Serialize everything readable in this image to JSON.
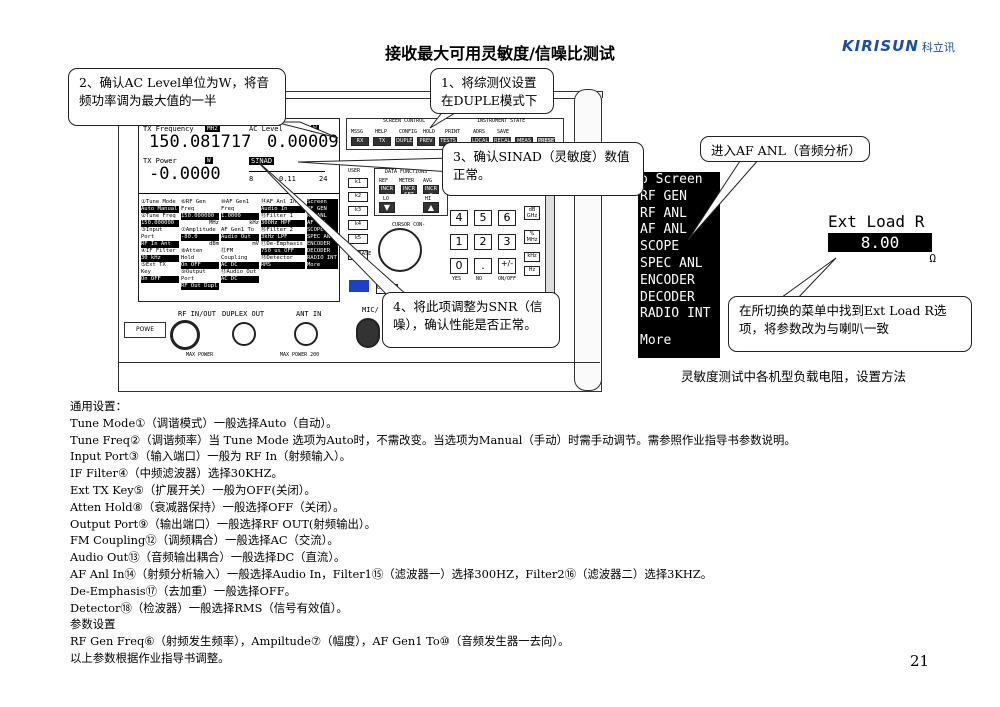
{
  "title": "接收最大可用灵敏度/信噪比测试",
  "logo": {
    "brand": "KIRISUN",
    "cn": "科立讯"
  },
  "callouts": {
    "c1": "2、确认AC Level单位为W，将音频功率调为最大值的一半",
    "c2": "1、将综测仪设置在DUPLE模式下",
    "c3": "3、确认SINAD（灵敏度）数值正常。",
    "c4": "4、将此项调整为SNR（信噪），确认性能是否正常。",
    "c5": "进入AF ANL（音频分析）",
    "c6": "在所切换的菜单中找到Ext Load R选项，将参数改为与喇叭一致"
  },
  "instrument": {
    "tx_freq_label": "TX Frequency",
    "tx_freq_unit": "MHz",
    "tx_freq_value": "150.081717",
    "ac_level_label": "AC Level",
    "ac_level_unit": "W",
    "ac_level_value": "0.00009",
    "tx_power_label": "TX Power",
    "tx_power_unit": "W",
    "tx_power_value": "-0.0000",
    "sinad_label": "SINAD",
    "scale": [
      "8",
      "0.11",
      "24"
    ],
    "col1": [
      "①Tune Mode",
      "Auto Manual",
      "②Tune Freq",
      "150.000000",
      "③Input Port",
      "RF In Ant",
      "④IF Filter",
      "30 kHz",
      "⑤Ext TX Key",
      "On OFF"
    ],
    "col2": [
      "⑥RF Gen Freq",
      "150.000000",
      "MHz",
      "⑦Amplitude",
      "-80.0",
      "dBm",
      "⑧Atten Hold",
      "On OFF",
      "⑨Output Port",
      "RF Out Dupl"
    ],
    "col3": [
      "⑩AF Gen1 Freq",
      "1.0000",
      "kHz",
      "AF Gen1 To",
      "Audio Out",
      "mV",
      "⑫FM Coupling",
      "AC DC",
      "⑬Audio Out",
      "AC DC"
    ],
    "col4": [
      "⑭AF Anl In",
      "Audio In",
      "⑮Filter 1",
      "300Hz HPF",
      "⑯Filter 2",
      "3kHz LPF",
      "⑰De-Emphasis",
      "750 us OFF",
      "⑱Detector",
      "RMS"
    ],
    "col5": [
      "Screen",
      "RF GEN",
      "RF ANL",
      "AF ANL",
      "SCOPE",
      "SPEC ANL",
      "ENCODER",
      "DECODER",
      "RADIO INT",
      "More"
    ],
    "section_labels": {
      "screen_control": "SCREEN CONTROL",
      "instrument_state": "INSTRUMENT STATE",
      "data_functions": "DATA FUNCTIONS",
      "user": "USER",
      "cursor": "CURSOR CON-"
    },
    "screen_keys": [
      "MSSG",
      "HELP",
      "CONFIG",
      "HOLD",
      "PRINT",
      "ADRS",
      "SAVE",
      "RX",
      "TX",
      "DUPLEX",
      "PREV",
      "TESTS",
      "LOCAL",
      "RECALL",
      "MEAS RESET",
      "PRESET"
    ],
    "data_keys": [
      "REF",
      "METER",
      "AVG",
      "INCR ÷",
      "INCR SET",
      "INCR ×",
      "LO",
      "HI"
    ],
    "user_keys": [
      "k1",
      "k2",
      "k3",
      "k4",
      "k5",
      "RELEASE"
    ],
    "keypad": [
      "4",
      "5",
      "6",
      "1",
      "2",
      "3",
      "0",
      ".",
      "+/-"
    ],
    "unit_keys": [
      "dB GHz",
      "% MHz",
      "kHz",
      "Hz"
    ],
    "bottom": {
      "rf_in_out": "RF IN/OUT",
      "duplex_out": "DUPLEX OUT",
      "ant_in": "ANT IN",
      "power": "POWE",
      "mic": "MIC/",
      "cancel": "CANCEL",
      "max_power": "MAX POWER",
      "max_power_2": "MAX POWER 200",
      "yes_no": [
        "YES",
        "NO",
        "ON/OFF"
      ]
    }
  },
  "right_menu": [
    "o Screen",
    "RF GEN",
    "RF ANL",
    "AF ANL",
    "SCOPE",
    "SPEC ANL",
    "ENCODER",
    "DECODER",
    "RADIO INT",
    "More"
  ],
  "ext_load": {
    "label": "Ext Load R",
    "value": "8.00",
    "unit": "Ω"
  },
  "caption": "灵敏度测试中各机型负载电阻，设置方法",
  "body": [
    "通用设置：",
    "Tune Mode①（调谐模式）一般选择Auto（自动）。",
    "Tune Freq②（调谐频率）当 Tune Mode 选项为Auto时，不需改变。当选项为Manual（手动）时需手动调节。需参照作业指导书参数说明。",
    "Input Port③（输入端口）一般为 RF In（射频输入）。",
    "IF Filter④（中频滤波器）选择30KHZ。",
    "Ext TX Key⑤（扩展开关）一般为OFF(关闭）。",
    "Atten Hold⑧（衰减器保持）一般选择OFF（关闭）。",
    "Output Port⑨（输出端口）一般选择RF OUT(射频输出）。",
    "FM Coupling⑫（调频耦合）一般选择AC（交流）。",
    "Audio Out⑬（音频输出耦合）一般选择DC（直流）。",
    "AF Anl In⑭（射频分析输入）一般选择Audio In，Filter1⑮（滤波器一）选择300HZ，Filter2⑯（滤波器二）选择3KHZ。",
    "De-Emphasis⑰（去加重）一般选择OFF。",
    "Detector⑱（检波器）一般选择RMS（信号有效值）。",
    "参数设置",
    "RF Gen Freq⑥（射频发生频率），Ampiltude⑦（幅度），AF Gen1 To⑩（音频发生器一去向）。",
    "以上参数根据作业指导书调整。"
  ],
  "page_number": "21"
}
